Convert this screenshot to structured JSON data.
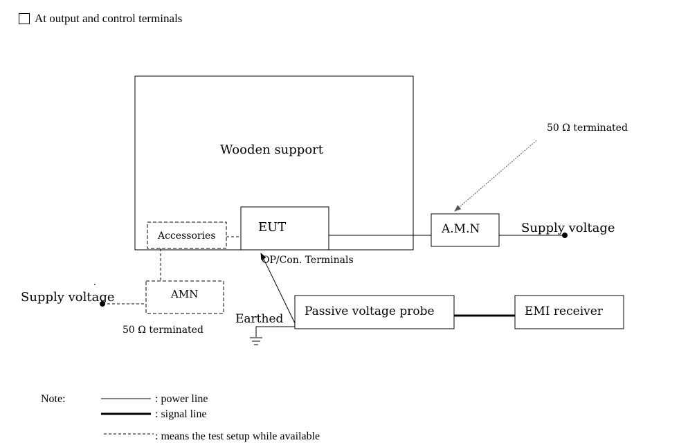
{
  "header": {
    "checkbox_label": "At output and control terminals",
    "checkbox_checked": false
  },
  "diagram": {
    "wooden_support_label": "Wooden support",
    "eut_label": "EUT",
    "accessories_label": "Accessories",
    "amn_right_label": "A.M.N",
    "amn_left_label": "AMN",
    "supply_voltage_right": "Supply voltage",
    "supply_voltage_left": "Supply voltage",
    "terminated_right": "50 Ω  terminated",
    "terminated_left": "50 Ω  terminated",
    "op_con_label": "OP/Con. Terminals",
    "earthed_label": "Earthed",
    "probe_label": "Passive voltage probe",
    "receiver_label": "EMI receiver"
  },
  "legend": {
    "note_label": "Note:",
    "power_line": ": power line",
    "signal_line": ": signal line",
    "dashed_line": ": means the test setup while available"
  }
}
